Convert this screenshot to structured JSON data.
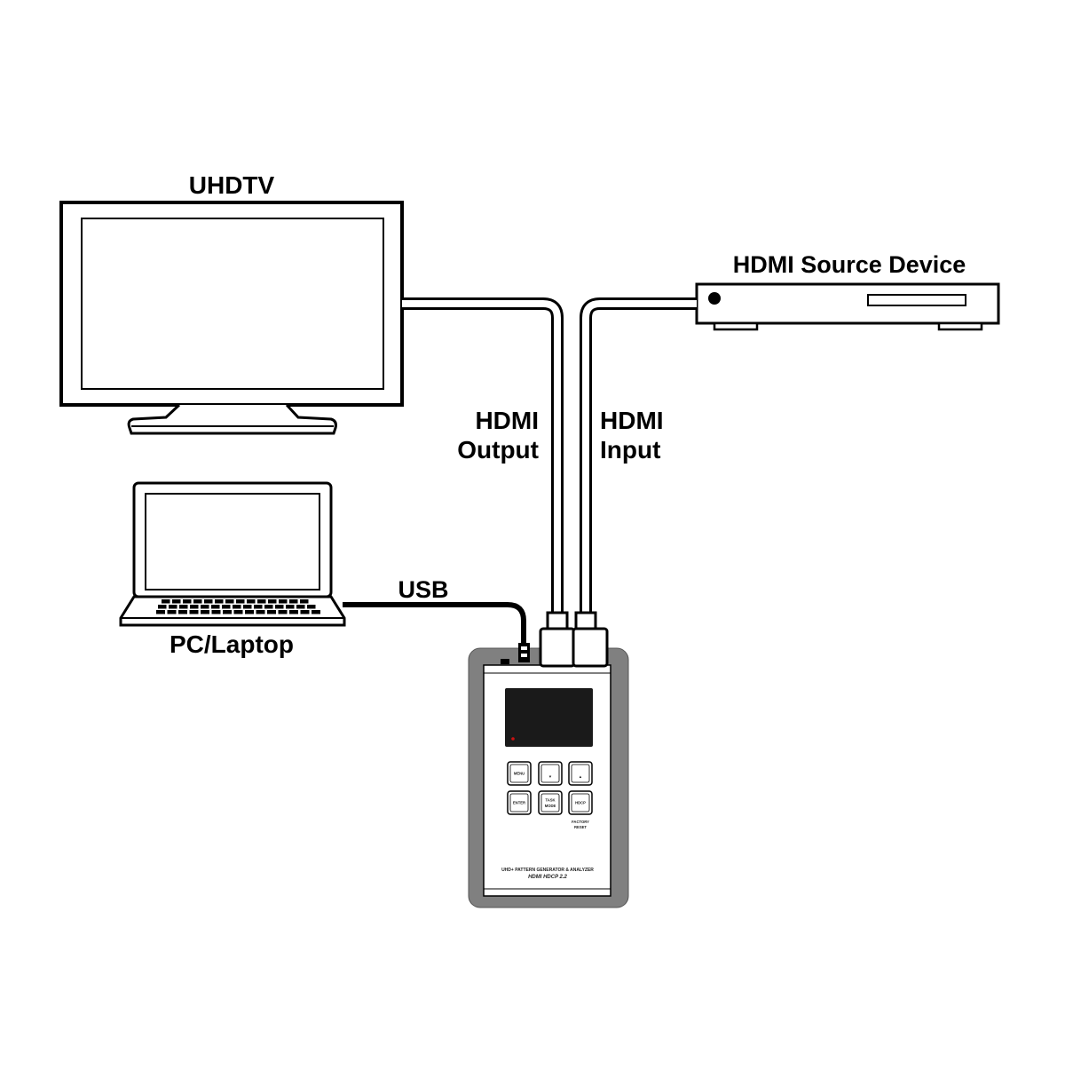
{
  "labels": {
    "uhdtv": "UHDTV",
    "source_device": "HDMI Source Device",
    "hdmi_output_line1": "HDMI",
    "hdmi_output_line2": "Output",
    "hdmi_input_line1": "HDMI",
    "hdmi_input_line2": "Input",
    "usb": "USB",
    "pc_laptop": "PC/Laptop"
  },
  "device": {
    "buttons": {
      "menu": "MENU",
      "down": "▼",
      "up": "▲",
      "enter": "ENTER",
      "task_mode_line1": "TASK",
      "task_mode_line2": "MODE",
      "hdcp": "HDCP"
    },
    "factory_reset_line1": "FACTORY",
    "factory_reset_line2": "RESET",
    "product_line": "UHD+ PATTERN GENERATOR & ANALYZER",
    "logo_text": "HDMI HDCP 2.2"
  },
  "colors": {
    "outline": "#000000",
    "device_shell": "#808080",
    "device_face": "#ffffff",
    "device_screen": "#1a1a1a",
    "led": "#cc1111"
  },
  "icons": {
    "tv": "monitor-icon",
    "laptop": "laptop-icon",
    "source": "set-top-box-icon",
    "connector": "hdmi-plug-icon",
    "usb_plug": "usb-plug-icon"
  }
}
